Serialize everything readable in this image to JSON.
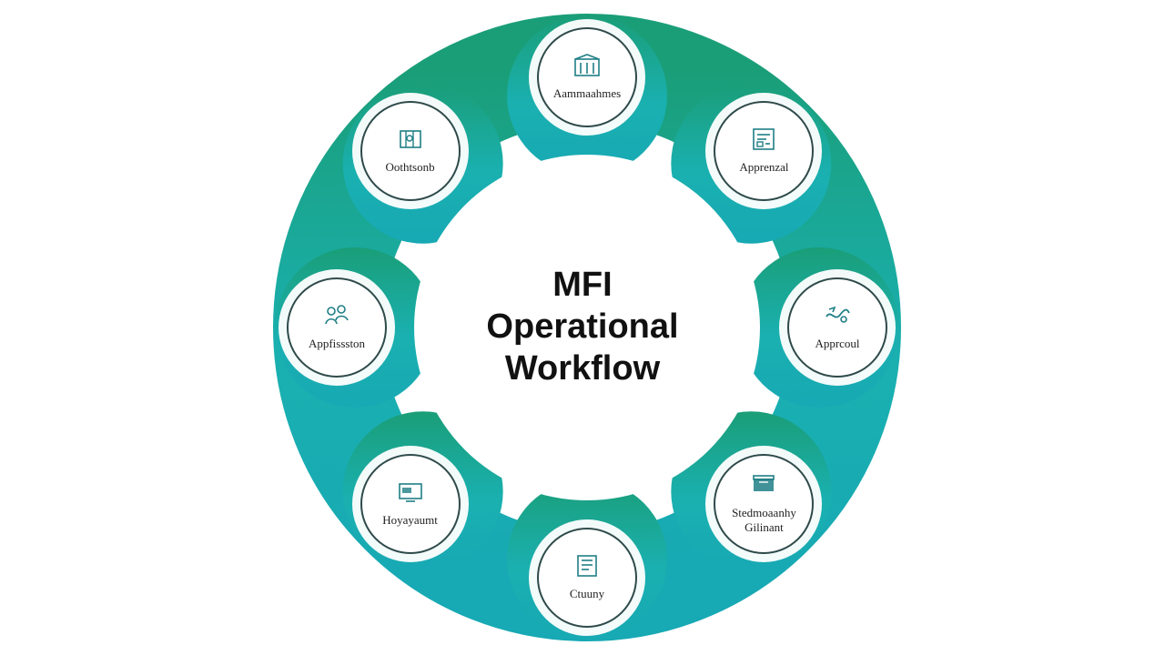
{
  "title": {
    "line1": "MFI",
    "line2": "Operational",
    "line3": "Workflow"
  },
  "colors": {
    "ring_top": "#1a9e78",
    "ring_bottom": "#17a9b4",
    "ring_left": "#1ab7bc",
    "node_border": "#2f4a4a",
    "icon": "#1f7f86",
    "title": "#111111"
  },
  "steps": [
    {
      "label": "Aammaahmes",
      "icon": "building-icon"
    },
    {
      "label": "Apprenzal",
      "icon": "document-icon"
    },
    {
      "label": "Apprcoul",
      "icon": "approval-icon"
    },
    {
      "label": "Stedmoaanhy Gilinant",
      "icon": "box-icon"
    },
    {
      "label": "Ctuuny",
      "icon": "ledger-icon"
    },
    {
      "label": "Hoyayaumt",
      "icon": "screen-icon"
    },
    {
      "label": "Appfissston",
      "icon": "people-icon"
    },
    {
      "label": "Oothtsonb",
      "icon": "map-icon"
    }
  ]
}
